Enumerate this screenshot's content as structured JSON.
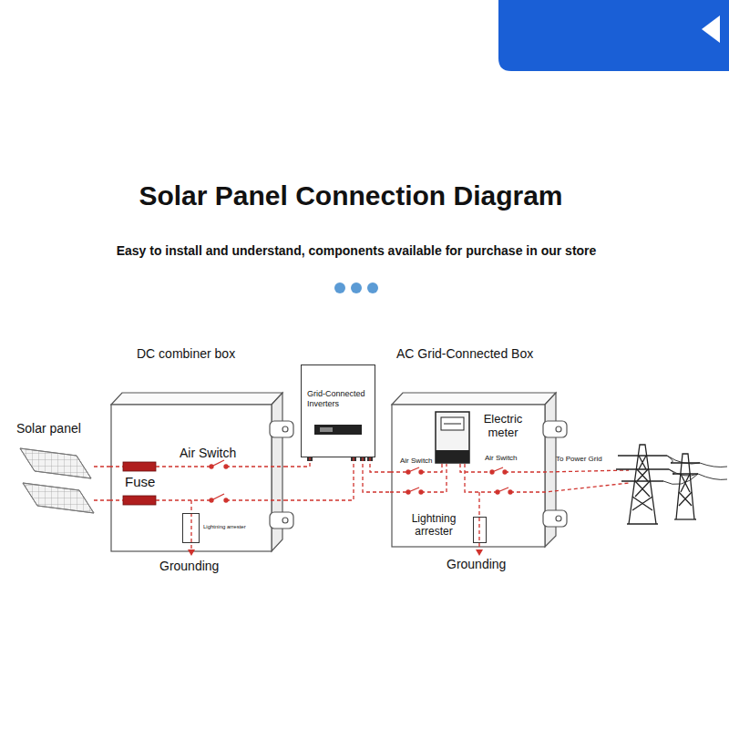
{
  "diagram": {
    "title": "Solar Panel Connection Diagram",
    "caption": "Easy to install and understand, components available for purchase in our store",
    "nodes": [
      {
        "text": [
          "Solar panel"
        ]
      },
      {
        "text": [
          "DC combiner box"
        ]
      },
      {
        "text": [
          "Lightning arrester"
        ],
        "in": 1
      },
      {
        "text": [
          "Grid-Connected Inverters"
        ]
      },
      {
        "text": [
          "AC Grid-Connected Box"
        ]
      },
      {
        "text": [
          "Electric meter"
        ],
        "in": 4
      },
      {
        "text": [
          "Lightning arrester"
        ],
        "in": 4
      }
    ],
    "edges": [
      {
        "from": 0,
        "to": 1,
        "arrow": "none"
      },
      {
        "from": 1,
        "to": 3,
        "arrow": "none"
      },
      {
        "from": 3,
        "to": 4,
        "arrow": "none"
      }
    ],
    "labels": [
      "Air Switch",
      "Fuse",
      "Grounding",
      "Air Switch",
      "Air Switch",
      "Grounding",
      "To Power Grid"
    ]
  }
}
